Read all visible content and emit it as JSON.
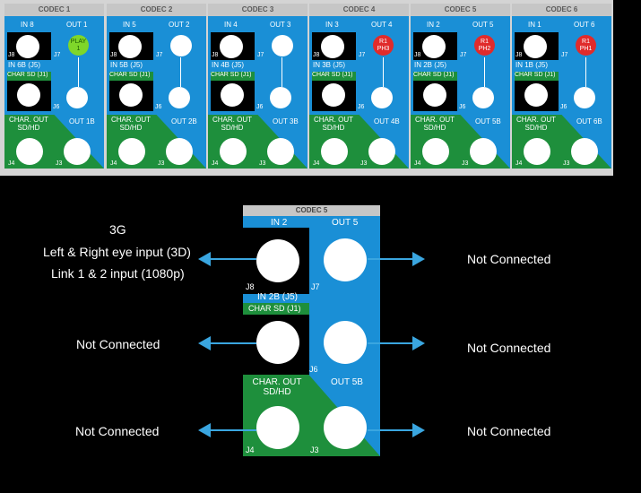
{
  "codecs": [
    {
      "title": "CODEC 1",
      "in_label": "IN 8",
      "out_label": "OUT 1",
      "in_sub": "IN 6B (J5)",
      "char_sd": "CHAR SD (J1)",
      "out_b": "OUT 1B",
      "char_out": "CHAR. OUT\nSD/HD",
      "badge": {
        "text": "PLAY\n1",
        "color": "#7fd62a",
        "text_color": "#1a5a00"
      }
    },
    {
      "title": "CODEC 2",
      "in_label": "IN 5",
      "out_label": "OUT 2",
      "in_sub": "IN 5B (J5)",
      "char_sd": "CHAR SD (J1)",
      "out_b": "OUT 2B",
      "char_out": "CHAR. OUT\nSD/HD",
      "badge": null
    },
    {
      "title": "CODEC 3",
      "in_label": "IN 4",
      "out_label": "OUT 3",
      "in_sub": "IN 4B (J5)",
      "char_sd": "CHAR SD (J1)",
      "out_b": "OUT 3B",
      "char_out": "CHAR. OUT\nSD/HD",
      "badge": null
    },
    {
      "title": "CODEC 4",
      "in_label": "IN 3",
      "out_label": "OUT 4",
      "in_sub": "IN 3B (J5)",
      "char_sd": "CHAR SD (J1)",
      "out_b": "OUT 4B",
      "char_out": "CHAR. OUT\nSD/HD",
      "badge": {
        "text": "R1\nPH3",
        "color": "#e02b2b",
        "text_color": "#ffffff"
      }
    },
    {
      "title": "CODEC 5",
      "in_label": "IN 2",
      "out_label": "OUT 5",
      "in_sub": "IN 2B (J5)",
      "char_sd": "CHAR SD (J1)",
      "out_b": "OUT 5B",
      "char_out": "CHAR. OUT\nSD/HD",
      "badge": {
        "text": "R1\nPH2",
        "color": "#e02b2b",
        "text_color": "#ffffff"
      }
    },
    {
      "title": "CODEC 6",
      "in_label": "IN 1",
      "out_label": "OUT 6",
      "in_sub": "IN 1B (J5)",
      "char_sd": "CHAR SD (J1)",
      "out_b": "OUT 6B",
      "char_out": "CHAR. OUT\nSD/HD",
      "badge": {
        "text": "R1\nPH1",
        "color": "#e02b2b",
        "text_color": "#ffffff"
      }
    }
  ],
  "jacks": {
    "j8": "J8",
    "j7": "J7",
    "j6": "J6",
    "j4": "J4",
    "j3": "J3"
  },
  "detail": {
    "title": "CODEC 5",
    "in_label": "IN 2",
    "out_label": "OUT 5",
    "in_sub": "IN 2B (J5)",
    "char_sd": "CHAR SD (J1)",
    "char_out": "CHAR. OUT\nSD/HD",
    "out_b": "OUT 5B"
  },
  "notes": {
    "line1": "3G",
    "line2": "Left & Right eye input (3D)",
    "line3": "Link 1 & 2 input (1080p)",
    "nc_right_top": "Not Connected",
    "nc_left_mid": "Not Connected",
    "nc_right_mid": "Not Connected",
    "nc_left_bot": "Not Connected",
    "nc_right_bot": "Not Connected"
  },
  "colors": {
    "panel_blue": "#1a8fd6",
    "green": "#1e8f3c",
    "arrow": "#3aa6e0",
    "header_grey": "#c6c6c6"
  }
}
